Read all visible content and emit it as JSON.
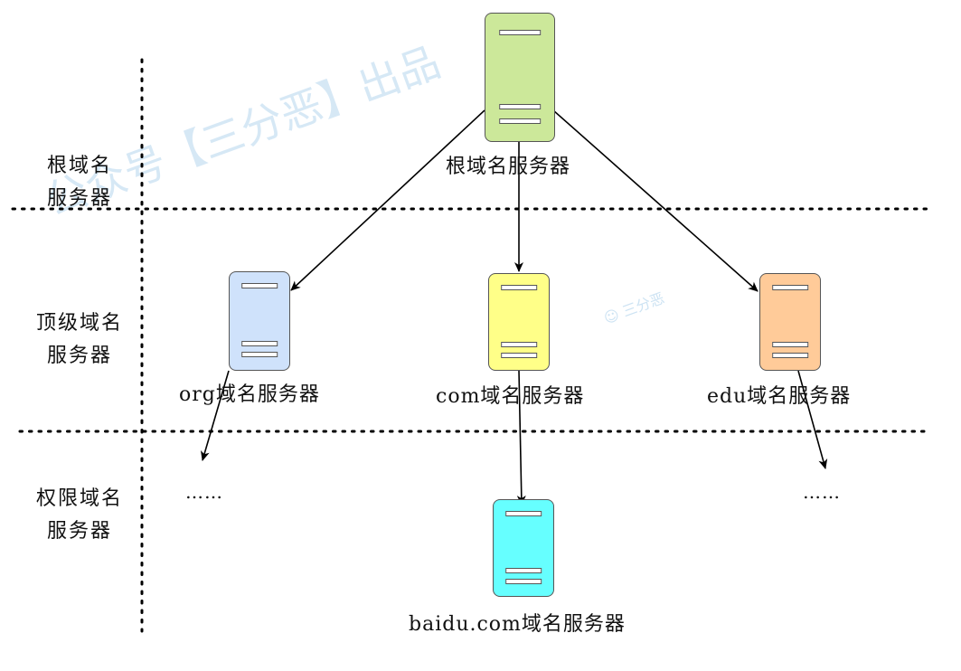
{
  "watermark": {
    "text": "公众号【三分恶】出品",
    "small_text": "三分恶"
  },
  "levels": [
    {
      "line1": "根域名",
      "line2": "服务器"
    },
    {
      "line1": "顶级域名",
      "line2": "服务器"
    },
    {
      "line1": "权限域名",
      "line2": "服务器"
    }
  ],
  "servers": {
    "root": {
      "label": "根域名服务器",
      "color": "#cce89a"
    },
    "org": {
      "label": "org域名服务器",
      "color": "#cfe2fb"
    },
    "com": {
      "label": "com域名服务器",
      "color": "#ffff88"
    },
    "edu": {
      "label": "edu域名服务器",
      "color": "#ffcb99"
    },
    "baidu": {
      "label": "baidu.com域名服务器",
      "color": "#66ffff"
    }
  },
  "ellipsis": {
    "left": "……",
    "right": "……"
  }
}
